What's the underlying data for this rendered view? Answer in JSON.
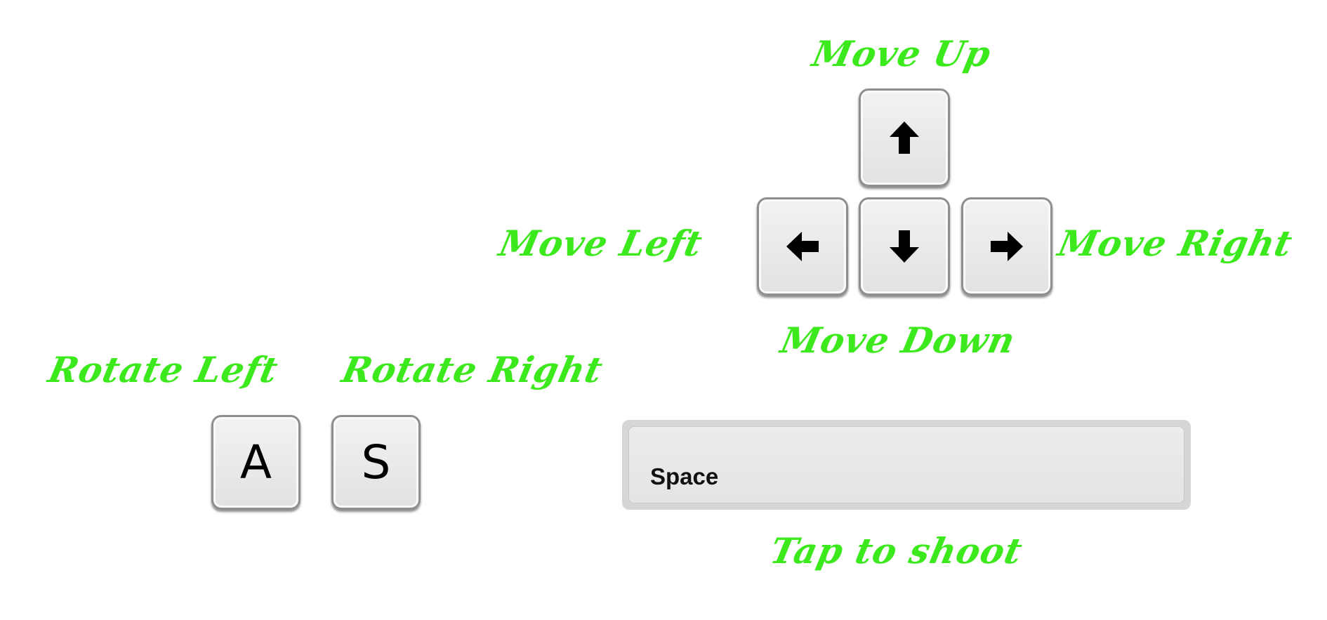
{
  "labels": {
    "move_up": "Move Up",
    "move_left": "Move Left",
    "move_right": "Move Right",
    "move_down": "Move Down",
    "rotate_left": "Rotate Left",
    "rotate_right": "Rotate Right",
    "tap_to_shoot": "Tap to shoot"
  },
  "keys": {
    "up_icon": "arrow-up-icon",
    "left_icon": "arrow-left-icon",
    "down_icon": "arrow-down-icon",
    "right_icon": "arrow-right-icon",
    "a": "A",
    "s": "S",
    "space": "Space"
  },
  "colors": {
    "label": "#3ce91c",
    "key_face": "#e6e6e6",
    "key_border": "#8e8e8e"
  }
}
